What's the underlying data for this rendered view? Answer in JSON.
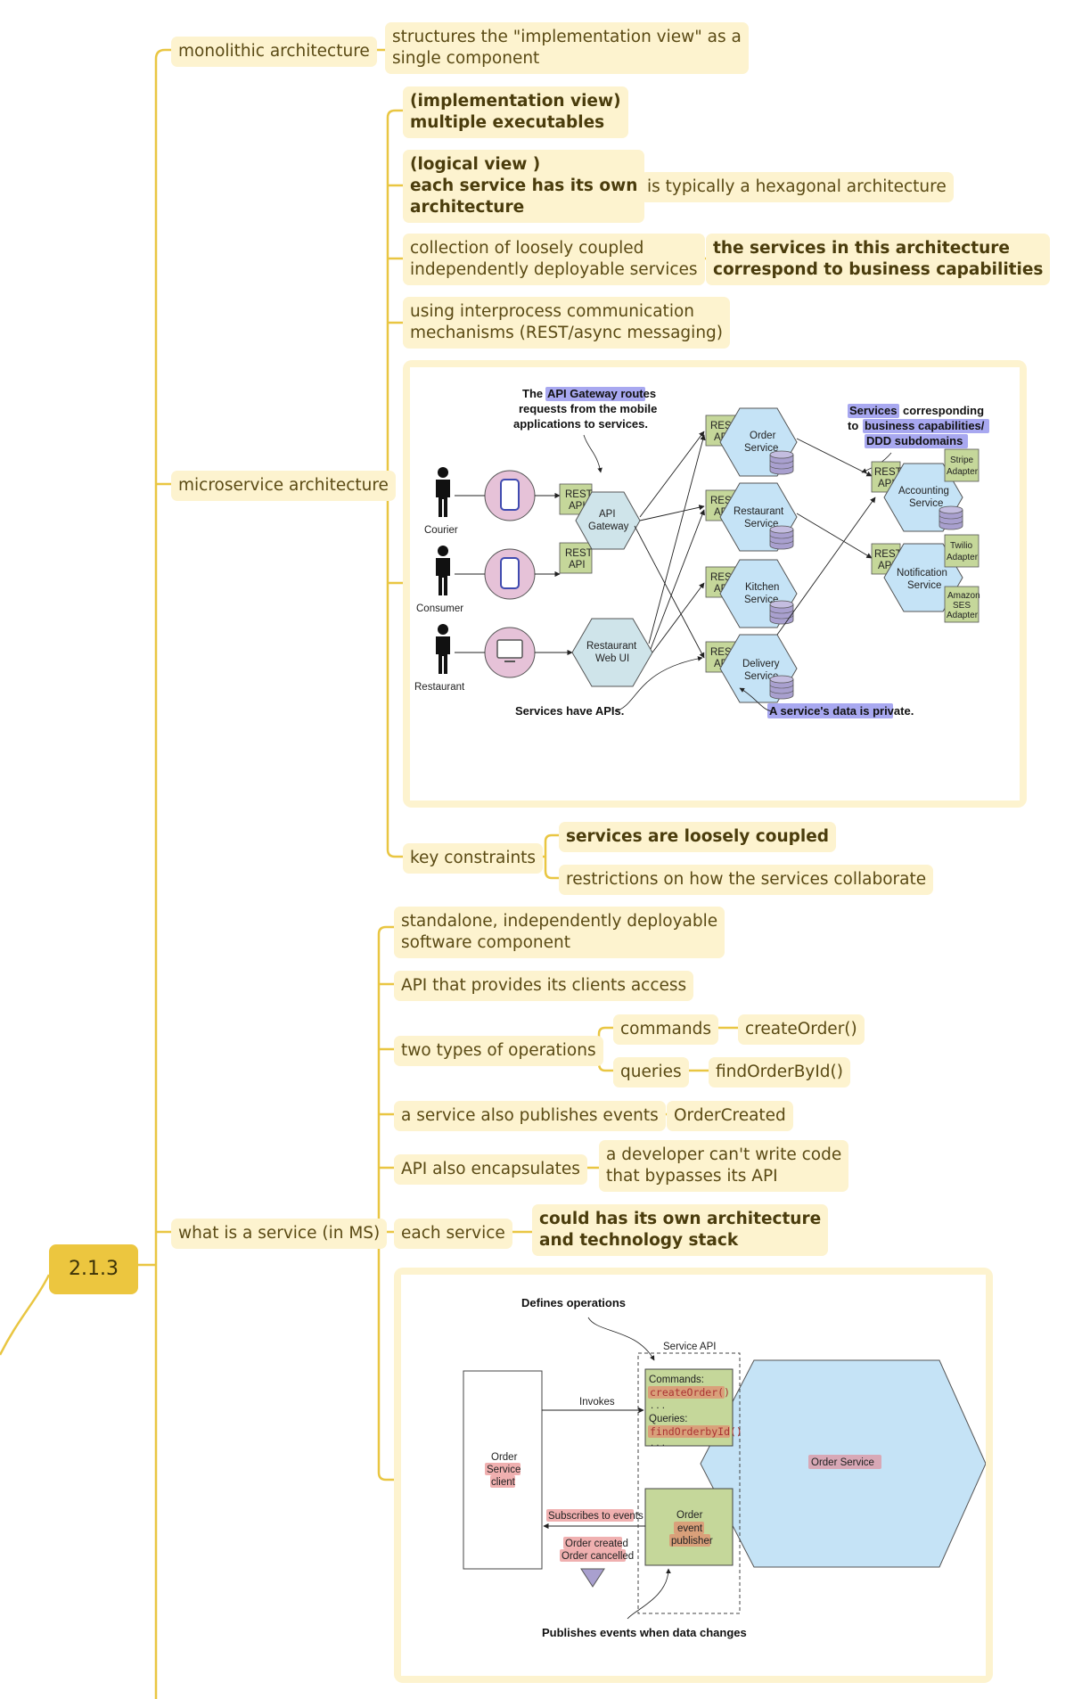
{
  "root": "2.1.3",
  "monolith": {
    "label": "monolithic architecture",
    "desc_line1": "structures the \"implementation view\" as a",
    "desc_line2": "single component"
  },
  "micro": {
    "label": "microservice architecture",
    "impl_line1": "(implementation view)",
    "impl_line2": "multiple executables",
    "logical_line1": "(logical view )",
    "logical_line2": "each service has its own",
    "logical_line3": "architecture",
    "hexagonal": "is typically a hexagonal architecture",
    "coll_line1": "collection of loosely coupled",
    "coll_line2": "independently deployable services",
    "biz_line1": "the services in this architecture",
    "biz_line2": "correspond to business capabilities",
    "ipc_line1": "using interprocess communication",
    "ipc_line2": "mechanisms (REST/async messaging)",
    "key_constraints": "key constraints",
    "loosely": "services are loosely coupled",
    "restrictions": "restrictions on how the services collaborate",
    "diagram": {
      "gw_note_pre": "The",
      "gw_note_hl": "API Gateway routes",
      "gw_note_line2": "requests from the mobile",
      "gw_note_line3": "applications to services.",
      "svc_note_hl1": "Services",
      "svc_note_rest1": "corresponding",
      "svc_note_pre2": "to",
      "svc_note_hl2": "business capabilities/",
      "svc_note_hl3": "DDD subdomains",
      "courier": "Courier",
      "consumer": "Consumer",
      "restaurant": "Restaurant",
      "rest": "REST",
      "api": "API",
      "api_gateway_1": "API",
      "api_gateway_2": "Gateway",
      "web_ui_1": "Restaurant",
      "web_ui_2": "Web UI",
      "order_svc_1": "Order",
      "order_svc_2": "Service",
      "rest_svc_1": "Restaurant",
      "rest_svc_2": "Service",
      "kitchen_svc_1": "Kitchen",
      "kitchen_svc_2": "Service",
      "delivery_svc_1": "Delivery",
      "delivery_svc_2": "Service",
      "acct_svc_1": "Accounting",
      "acct_svc_2": "Service",
      "notif_svc_1": "Notification",
      "notif_svc_2": "Service",
      "stripe_1": "Stripe",
      "stripe_2": "Adapter",
      "twilio_1": "Twilio",
      "twilio_2": "Adapter",
      "ses_1": "Amazon",
      "ses_2": "SES",
      "ses_3": "Adapter",
      "have_apis": "Services have APIs.",
      "private": "A service's data is private."
    }
  },
  "service": {
    "label": "what is a service (in MS)",
    "standalone_line1": "standalone, independently deployable",
    "standalone_line2": "software component",
    "api_access": "API that provides its clients access",
    "two_types": "two types of operations",
    "commands": "commands",
    "create_order": "createOrder()",
    "queries": "queries",
    "find_order": "findOrderById()",
    "publishes": "a service also publishes events",
    "order_created": "OrderCreated",
    "encapsulates": "API also encapsulates",
    "bypass_line1": "a developer can't write code",
    "bypass_line2": "that bypasses its API",
    "each_service": "each service",
    "own_arch_line1": "could has its own architecture",
    "own_arch_line2": "and technology stack",
    "diagram": {
      "defines_ops": "Defines operations",
      "service_api": "Service API",
      "client_1": "Order",
      "client_2": "Service",
      "client_3": "client",
      "invokes": "Invokes",
      "commands": "Commands:",
      "create_order": "createOrder()",
      "dots": ". . .",
      "queries": "Queries:",
      "find_order": "findOrderbyId()",
      "order_service": "Order Service",
      "subscribes": "Subscribes to events",
      "publisher_1": "Order",
      "publisher_2": "event",
      "publisher_3": "publisher",
      "evt_created": "Order created",
      "evt_cancelled": "Order cancelled",
      "publishes_note": "Publishes events when data changes"
    }
  },
  "colors": {
    "branch": "#e9c642",
    "node_bg": "#fdf3cf",
    "root_bg": "#ecc63f",
    "hex_blue": "#c5e3f6",
    "api_green": "#c5d79a",
    "highlight_blue": "#a8a8f0",
    "highlight_red": "#eba9a6"
  }
}
